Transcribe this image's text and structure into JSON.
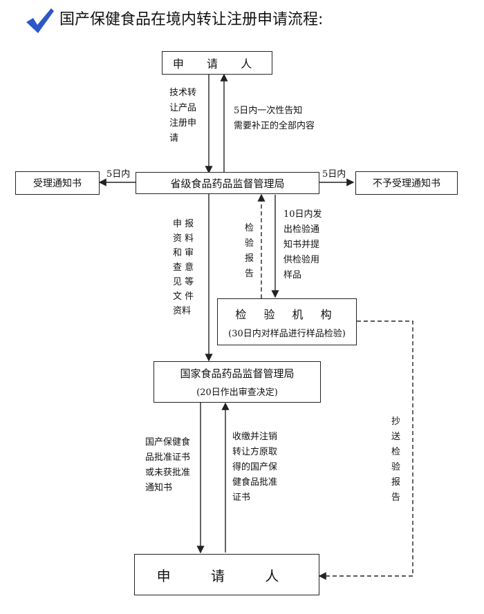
{
  "title": "国产保健食品在境内转让注册申请流程:",
  "nodes": {
    "applicant_top": "申  请  人",
    "provincial": "省级食品药品监督管理局",
    "accept_notice": "受理通知书",
    "reject_notice": "不予受理通知书",
    "lab_name": "检  验  机  构",
    "lab_sub": "(30日内对样品进行样品检验)",
    "national_name": "国家食品药品监督管理局",
    "national_sub": "(20日作出审查决定)",
    "applicant_bottom": "申  请  人"
  },
  "labels": {
    "submit": "技术转\n让产品\n注册申\n请",
    "supplement": "5日内一次性告知\n需要补正的全部内容",
    "left_5days": "5日内",
    "right_5days": "5日内",
    "materials": "申 报\n资 料\n和 审\n查 意\n见 等\n文 件\n资料",
    "report": "检\n验\n报\n告",
    "notice_issue": "10日内发\n出检验通\n知书并提\n供检验用\n样品",
    "result": "国产保健食\n品批准证书\n或未获批准\n通知书",
    "revoke": "收缴并注销\n转让方原取\n得的国产保\n健食品批准\n证书",
    "copy_report": "抄\n送\n检\n验\n报\n告"
  },
  "colors": {
    "check": "#2b57c9",
    "line": "#222222"
  }
}
